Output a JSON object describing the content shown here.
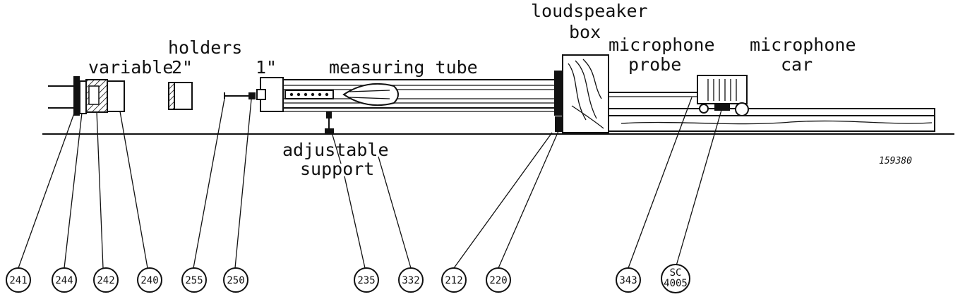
{
  "labels": {
    "variable": "variable",
    "holders": "holders",
    "two_inch": "2\"",
    "one_inch": "1\"",
    "measuring_tube": "measuring tube",
    "loudspeaker": "loudspeaker",
    "box": "box",
    "microphone_probe_1": "microphone",
    "microphone_probe_2": "probe",
    "microphone_car_1": "microphone",
    "microphone_car_2": "car",
    "adjustable": "adjustable",
    "support": "support",
    "figure_number": "159380"
  },
  "callouts": [
    {
      "id": "c241",
      "text": "241"
    },
    {
      "id": "c244",
      "text": "244"
    },
    {
      "id": "c242",
      "text": "242"
    },
    {
      "id": "c240",
      "text": "240"
    },
    {
      "id": "c255",
      "text": "255"
    },
    {
      "id": "c250",
      "text": "250"
    },
    {
      "id": "c235",
      "text": "235"
    },
    {
      "id": "c332",
      "text": "332"
    },
    {
      "id": "c212",
      "text": "212"
    },
    {
      "id": "c220",
      "text": "220"
    },
    {
      "id": "c343",
      "text": "343"
    },
    {
      "id": "csc",
      "text_line1": "SC",
      "text_line2": "4005"
    }
  ]
}
